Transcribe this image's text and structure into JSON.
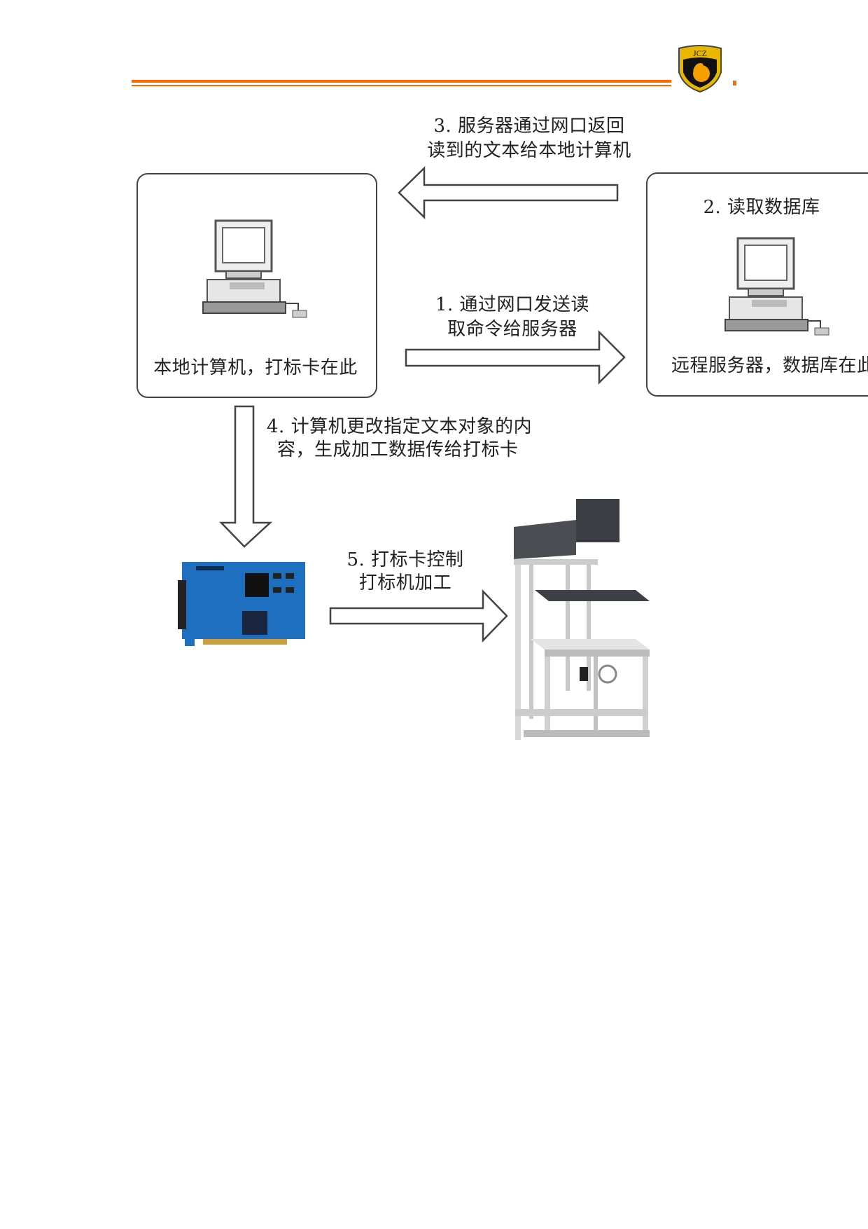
{
  "header": {
    "logo_text": "JCZ",
    "accent_color": "#ff6a00"
  },
  "diagram": {
    "local_box_label": "本地计算机，打标卡在此",
    "server_box_title": "2. 读取数据库",
    "server_box_label": "远程服务器，数据库在此",
    "step1": [
      "1. 通过网口发送读",
      "取命令给服务器"
    ],
    "step3": [
      "3. 服务器通过网口返回",
      "读到的文本给本地计算机"
    ],
    "step4": [
      "4. 计算机更改指定文本对象的内",
      "容，生成加工数据传给打标卡"
    ],
    "step5": [
      "5. 打标卡控制",
      "打标机加工"
    ]
  }
}
